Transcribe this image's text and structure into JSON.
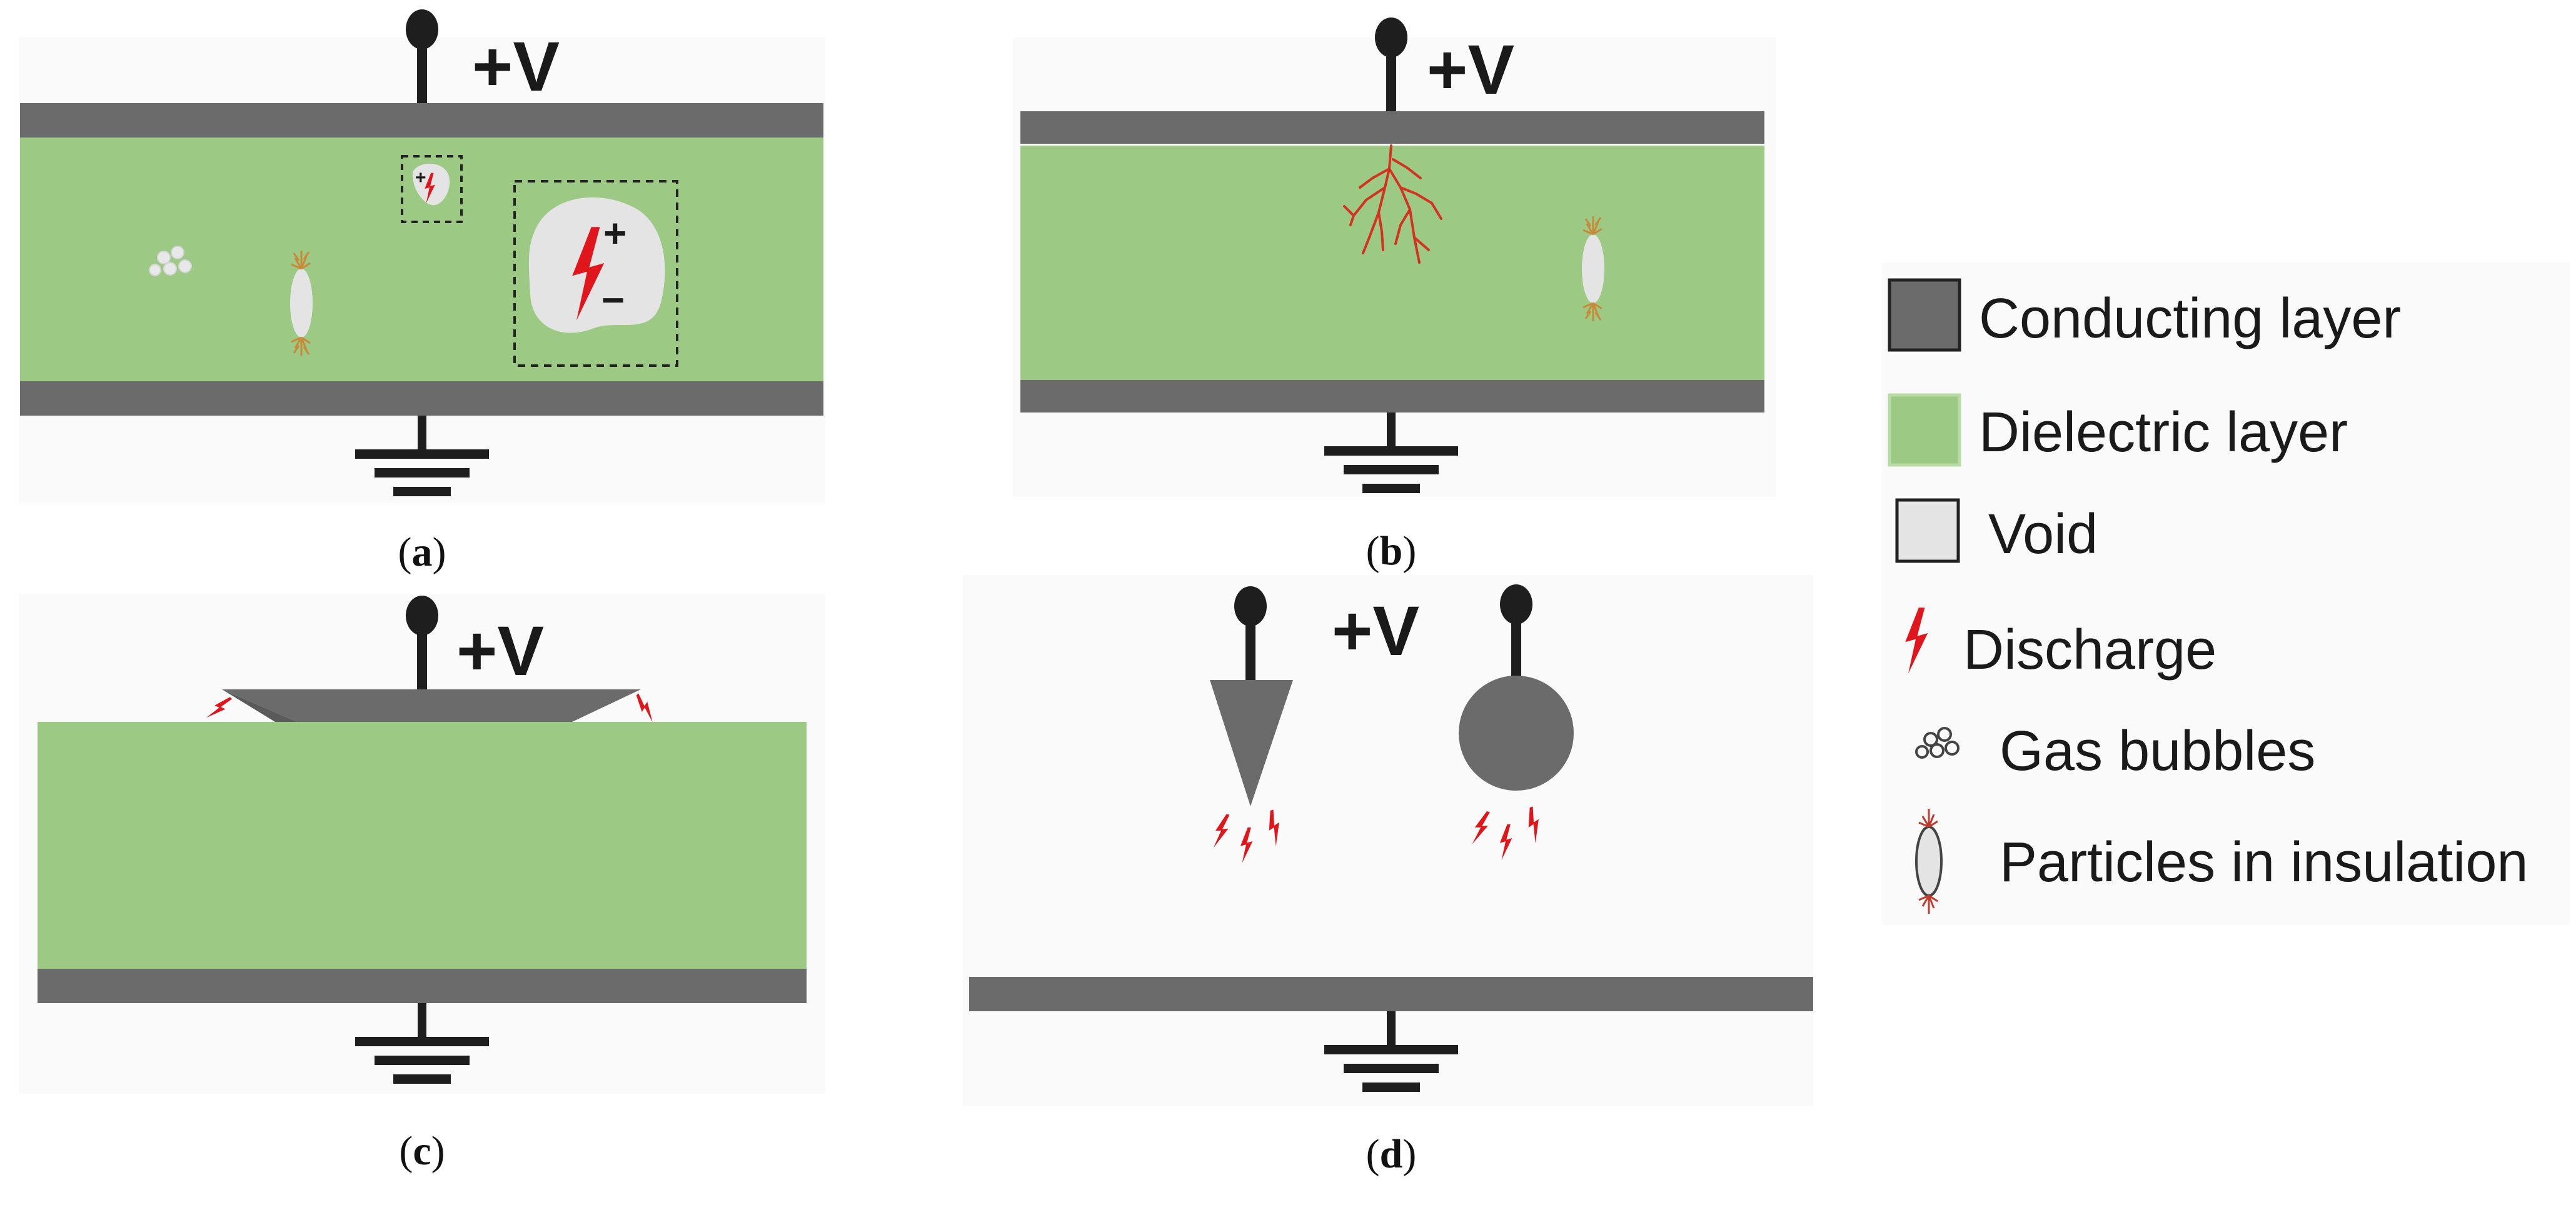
{
  "colors": {
    "conducting": "#6b6b6b",
    "dielectric": "#9cc983",
    "void": "#e4e4e4",
    "discharge": "#e1161c",
    "terminal": "#1e1e1e",
    "panel_bg": "#fafafa"
  },
  "panels": {
    "a": {
      "voltage_label": "+V",
      "caption_open": "(",
      "caption_letter": "a",
      "caption_close": ")",
      "void_plus": "+",
      "void_minus": "−",
      "small_void_plus": "+"
    },
    "b": {
      "voltage_label": "+V",
      "caption_open": "(",
      "caption_letter": "b",
      "caption_close": ")"
    },
    "c": {
      "voltage_label": "+V",
      "caption_open": "(",
      "caption_letter": "c",
      "caption_close": ")"
    },
    "d": {
      "voltage_label": "+V",
      "caption_open": "(",
      "caption_letter": "d",
      "caption_close": ")"
    }
  },
  "legend": {
    "conducting": "Conducting layer",
    "dielectric": "Dielectric layer",
    "void": "Void",
    "discharge": "Discharge",
    "gas_bubbles": "Gas bubbles",
    "particles": "Particles in insulation"
  }
}
